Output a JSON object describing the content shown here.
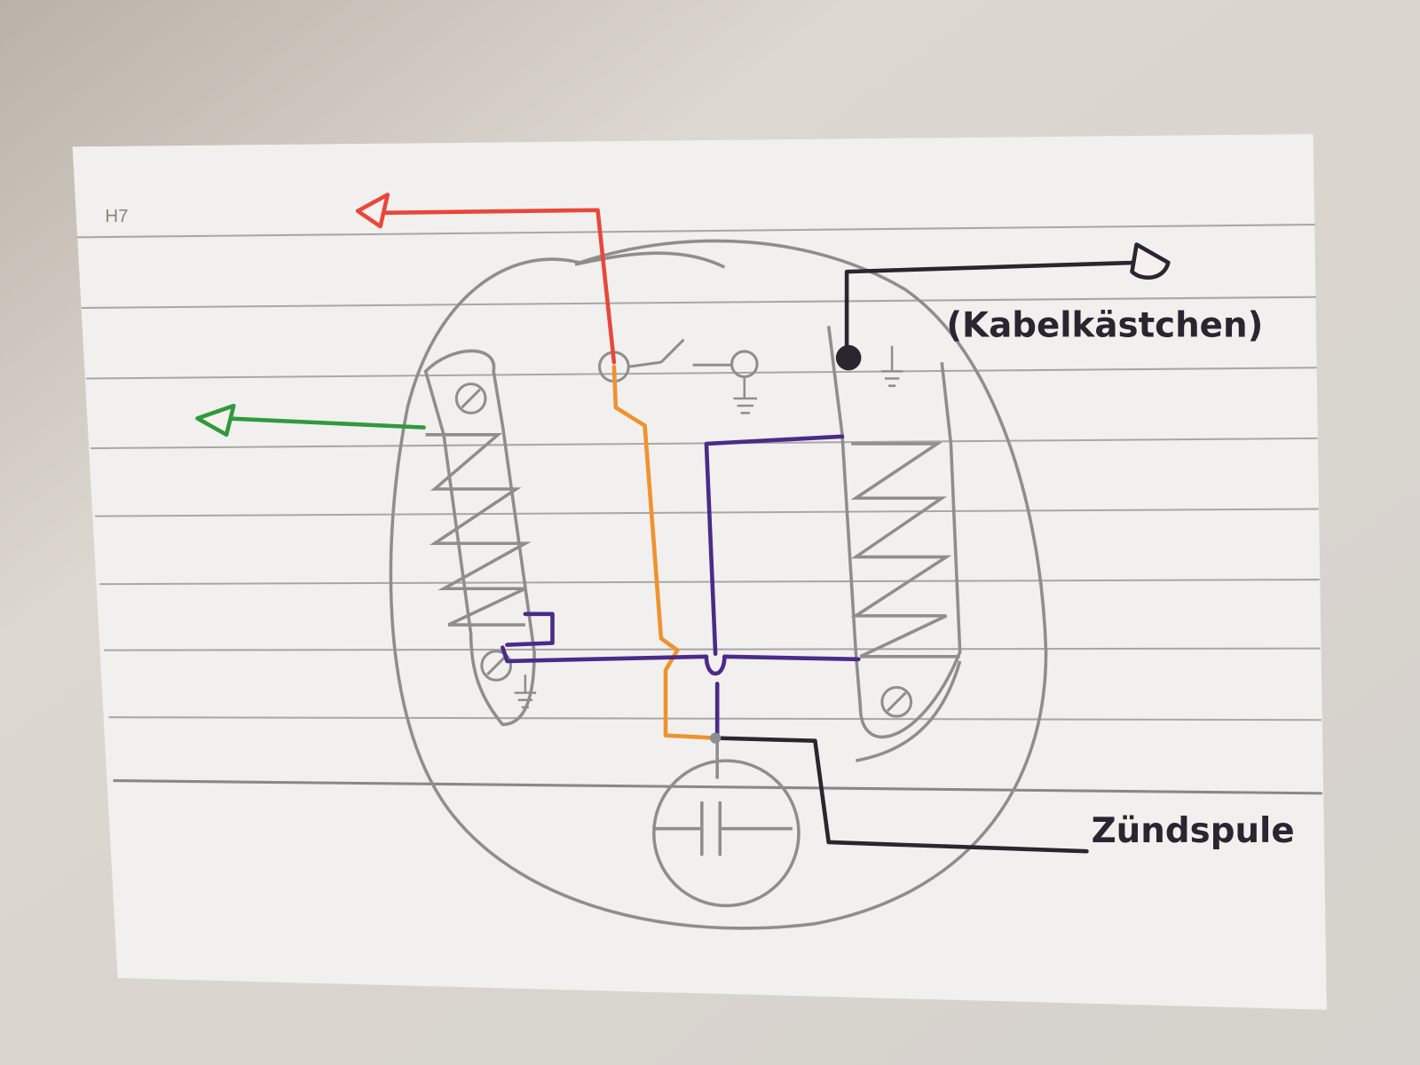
{
  "card": {
    "printed_label": "H7"
  },
  "labels": {
    "junction_box": "(Kabelkästchen)",
    "ignition_coil": "Zündspule"
  },
  "colors": {
    "paper": "#d8d3cc",
    "card": "#f1f0ee",
    "ruling": "#a9a7a6",
    "pencil": "#8e8e8e",
    "red_wire": "#e8473a",
    "green_wire": "#2f9a3c",
    "orange_wire": "#f0922e",
    "purple_wire": "#4b2a8a",
    "black_wire": "#2a2630"
  }
}
